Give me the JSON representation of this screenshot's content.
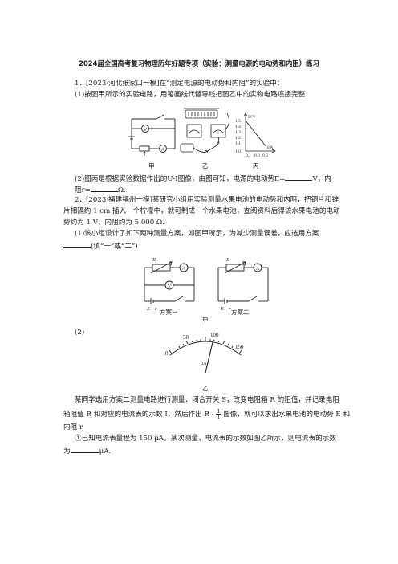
{
  "title": "2024届全国高考复习物理历年好题专项（实验：测量电源的电动势和内阻）练习",
  "q1": {
    "intro": "1．[2023·河北张家口一模]在“测定电源的电动势和内阻”的实验中：",
    "part1": "(1)按图甲所示的实验电路，用笔画线代替导线把图乙中的实物电路连接完整．",
    "fig_labels": {
      "jia": "甲",
      "yi": "乙",
      "bing": "丙"
    },
    "graph": {
      "ylabel": "U/V",
      "xlabel": "I/A",
      "yticks": [
        "1.5",
        "1.4",
        "1.3",
        "1.2",
        "1.1",
        "1.0"
      ],
      "xticks": [
        "0.1",
        "0.3",
        "0.5"
      ]
    },
    "part2_a": "(2)图丙是根据实验数据作出的U-I图像，由图可知，电源的电动势E=",
    "part2_unit1": "V，内",
    "part2_b": "阻r=",
    "part2_unit2": "Ω."
  },
  "q2": {
    "line1": "2．[2023·福建福州一模]某研究小组用实验测量水果电池的电动势和内阻，把铜片和锌",
    "line2": "片相隔约 1 cm 插入一个柠檬中，就可制成一个水果电池，查阅资料后得该水果电池的电动",
    "line3": "势约为 1 V，内阻约为 5 000 Ω.",
    "part1_line1": "(1)该小组设计了如下两种测量方案，如图甲所示，为减少测量误差，应选用方案",
    "part1_line2": "(填“一”或“二”)",
    "circuit_labels": {
      "R": "R",
      "A": "A",
      "V": "V",
      "E": "E",
      "r": "r",
      "plan1": "方案一",
      "plan2": "方案二",
      "jia": "甲"
    },
    "part2_label": "(2)",
    "meter": {
      "ticks": [
        "0",
        "50",
        "100",
        "150"
      ],
      "unit": "μA",
      "caption": "乙"
    },
    "para1": "某同学选用方案二测量电路进行测量．闭合开关 S，改变电阻箱 R 的阻值，并记录电阻",
    "para2_a": "箱阻值 R 和对应的电流表的示数 I，然后作出 R -",
    "frac_top": "1",
    "frac_bottom": "I",
    "para2_b": "图像，就可以求出水果电池的电动势 E 和",
    "para3": "内阻 r.",
    "sub1_line1": "①已知电流表量程为 150 μA，某次测量，电流表的示数如图乙所示，则电流表的示数",
    "sub1_line2_a": "为",
    "sub1_line2_b": "μA."
  }
}
